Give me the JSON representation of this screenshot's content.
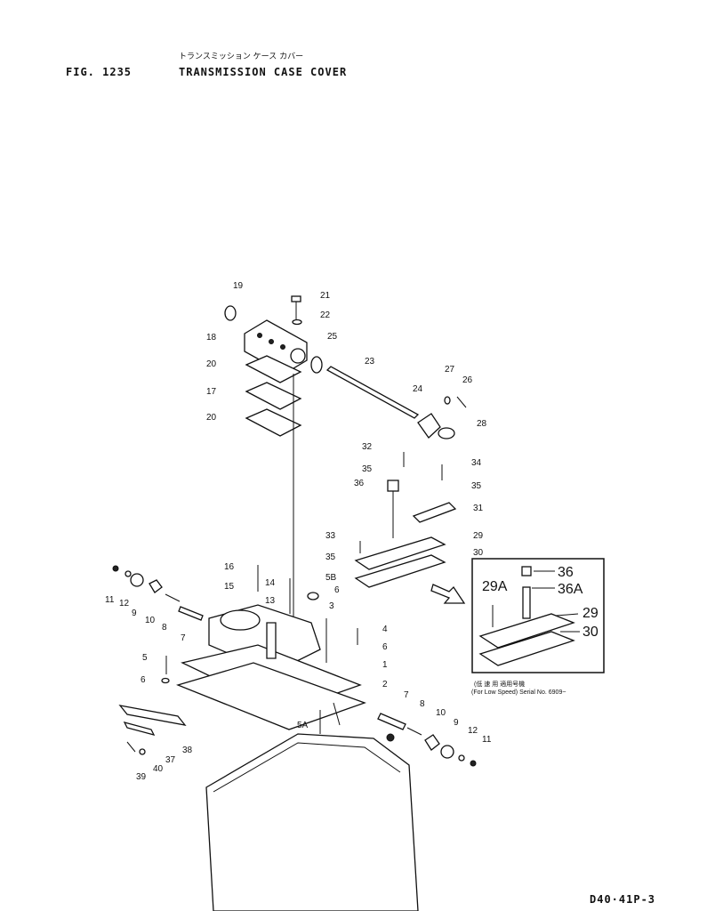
{
  "header": {
    "fig_no": "FIG. 1235",
    "title_jp": "トランスミッション ケース カバー",
    "title_en": "TRANSMISSION CASE COVER"
  },
  "footer": {
    "code": "D40·41P-3"
  },
  "inset": {
    "note_jp": "(低 速 用    適用号機",
    "note_en": "(For Low Speed) Serial No. 6909~"
  },
  "labels": {
    "p19": "19",
    "p21": "21",
    "p22": "22",
    "p18": "18",
    "p25": "25",
    "p20a": "20",
    "p23": "23",
    "p17": "17",
    "p27": "27",
    "p26": "26",
    "p24": "24",
    "p20b": "20",
    "p28": "28",
    "p32": "32",
    "p34": "34",
    "p35a": "35",
    "p35b": "35",
    "p36": "36",
    "p31": "31",
    "p33": "33",
    "p29": "29",
    "p35c": "35",
    "p30": "30",
    "p16": "16",
    "p14": "14",
    "p5b": "5B",
    "p15": "15",
    "p6a": "6",
    "p13": "13",
    "p11a": "11",
    "p12a": "12",
    "p9a": "9",
    "p10a": "10",
    "p8a": "8",
    "p3": "3",
    "p7a": "7",
    "p4": "4",
    "p6b": "6",
    "p5": "5",
    "p1": "1",
    "p6c": "6",
    "p2": "2",
    "p7b": "7",
    "p8b": "8",
    "p10b": "10",
    "p9b": "9",
    "p12b": "12",
    "p11b": "11",
    "p5a": "5A",
    "p38": "38",
    "p37": "37",
    "p40": "40",
    "p39": "39",
    "i36": "36",
    "i29a": "29A",
    "i36a": "36A",
    "i29": "29",
    "i30": "30"
  }
}
